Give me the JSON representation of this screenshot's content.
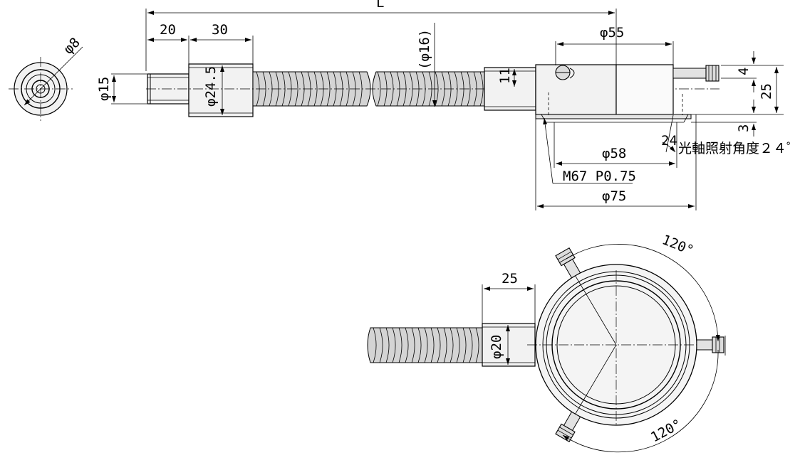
{
  "drawing": {
    "labels": {
      "length": "L",
      "phi8": "φ8",
      "len20": "20",
      "len30": "30",
      "phi16": "(φ16)",
      "phi55": "φ55",
      "phi15": "φ15",
      "phi245": "φ24.5",
      "h11": "11",
      "h4": "4",
      "h25": "25",
      "h3": "3",
      "angle24": "24",
      "axis_angle_note": "光軸照射角度２４゜",
      "phi58": "φ58",
      "thread": "M67 P0.75",
      "phi75": "φ75",
      "angle120_top": "120°",
      "angle120_bottom": "120°",
      "len25_bottom": "25",
      "phi20": "φ20"
    }
  }
}
